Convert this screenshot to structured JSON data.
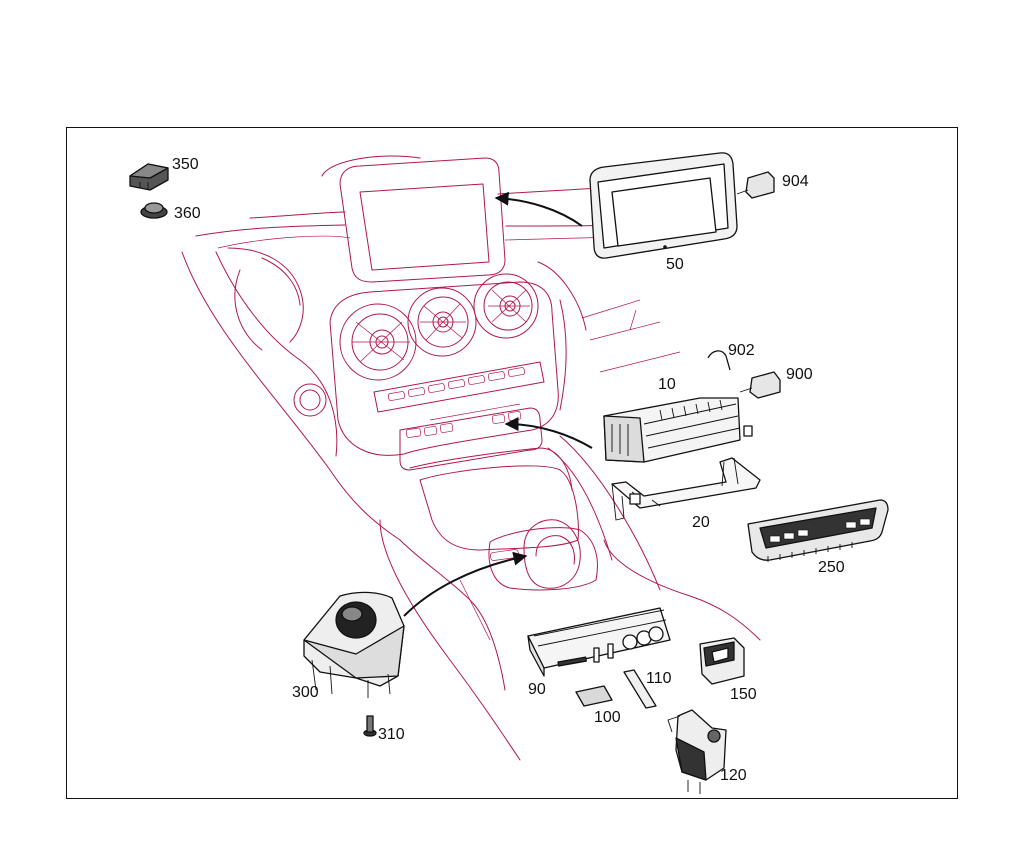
{
  "diagram": {
    "callouts": {
      "c350": "350",
      "c360": "360",
      "c904": "904",
      "c50": "50",
      "c902": "902",
      "c900": "900",
      "c10": "10",
      "c20": "20",
      "c250": "250",
      "c300": "300",
      "c310": "310",
      "c90": "90",
      "c110": "110",
      "c100": "100",
      "c150": "150",
      "c120": "120"
    },
    "colors": {
      "ghost_outline": "#b0184a",
      "part_outline": "#111111",
      "frame": "#111111"
    }
  }
}
